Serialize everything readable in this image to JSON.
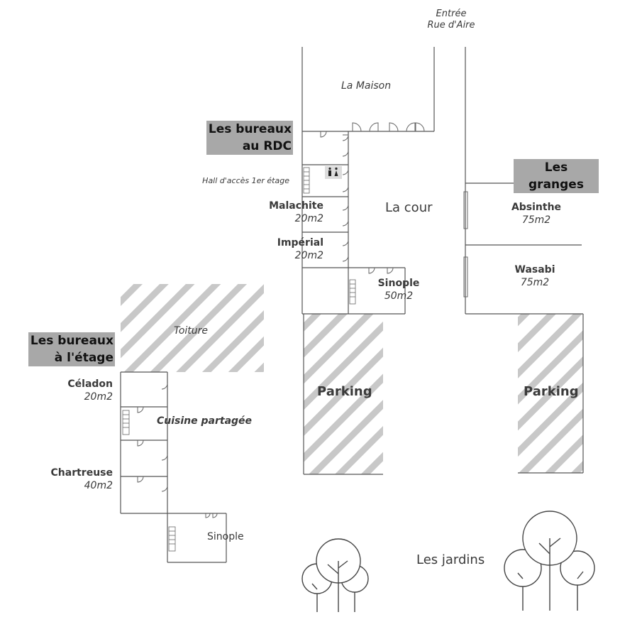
{
  "entrance": {
    "line1": "Entrée",
    "line2": "Rue d'Aire"
  },
  "house": "La Maison",
  "ground_floor": {
    "title_line1": "Les bureaux",
    "title_line2": "au RDC",
    "hall": "Hall d'accès 1er étage",
    "offices": [
      {
        "name": "Malachite",
        "area": "20m2"
      },
      {
        "name": "Impérial",
        "area": "20m2"
      },
      {
        "name": "Sinople",
        "area": "50m2"
      }
    ]
  },
  "courtyard": "La cour",
  "barns": {
    "title": "Les granges",
    "rooms": [
      {
        "name": "Absinthe",
        "area": "75m2"
      },
      {
        "name": "Wasabi",
        "area": "75m2"
      }
    ]
  },
  "upper_floor": {
    "title_line1": "Les bureaux",
    "title_line2": "à l'étage",
    "roof": "Toiture",
    "kitchen": "Cuisine partagée",
    "offices": [
      {
        "name": "Céladon",
        "area": "20m2"
      },
      {
        "name": "Chartreuse",
        "area": "40m2"
      },
      {
        "name": "Sinople",
        "area": ""
      }
    ]
  },
  "parking": [
    "Parking",
    "Parking"
  ],
  "gardens": "Les jardins",
  "colors": {
    "line": "#555555",
    "hatch": "#c8c8c8",
    "tag_bg": "#a8a8a8"
  }
}
